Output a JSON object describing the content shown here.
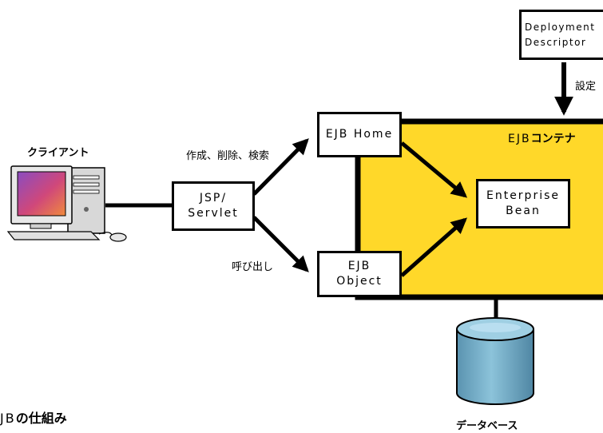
{
  "diagram": {
    "client_label": "クライアント",
    "jsp_servlet_label": "JSP/\nServlet",
    "ejb_home_label": "EJB Home",
    "ejb_object_label": "EJB\nObject",
    "enterprise_bean_label": "Enterprise\nBean",
    "deployment_descriptor_label": "Deployment\nDescriptor",
    "container_label_prefix": "EJB",
    "container_label_suffix": "コンテナ",
    "edge_create_label": "作成、削除、検索",
    "edge_call_label": "呼び出し",
    "edge_config_label": "設定",
    "database_label": "データベース",
    "caption_prefix": "JB",
    "caption_suffix": "の仕組み"
  },
  "colors": {
    "container_fill": "#ffd829",
    "line": "#000000",
    "db_fill": "#7ab2cc",
    "monitor_screen": "#c0406a"
  }
}
